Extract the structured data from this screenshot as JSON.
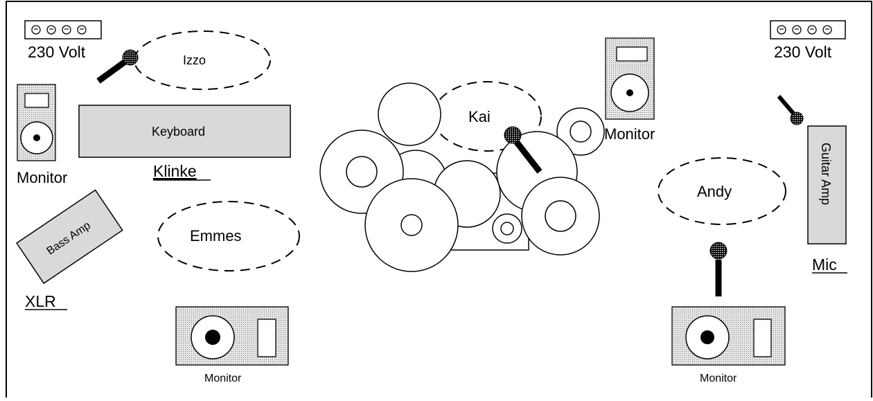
{
  "power_outlets": [
    {
      "label": "230 Volt",
      "sockets": 4
    },
    {
      "label": "230 Volt",
      "sockets": 4
    }
  ],
  "people": {
    "izzo": "Izzo",
    "kai": "Kai",
    "emmes": "Emmes",
    "andy": "Andy"
  },
  "equipment": {
    "keyboard": "Keyboard",
    "bass_amp": "Bass Amp",
    "guitar_amp": "Guitar Amp"
  },
  "connections": {
    "klinke": "Klinke",
    "xlr": "XLR",
    "mic": "Mic"
  },
  "monitors": {
    "left": "Monitor",
    "center_right": "Monitor",
    "bottom_left": "Monitor",
    "bottom_right": "Monitor"
  },
  "colors": {
    "equipment_fill": "#d9d9d9",
    "speaker_texture": "#c8c8c8",
    "line": "#000000"
  }
}
